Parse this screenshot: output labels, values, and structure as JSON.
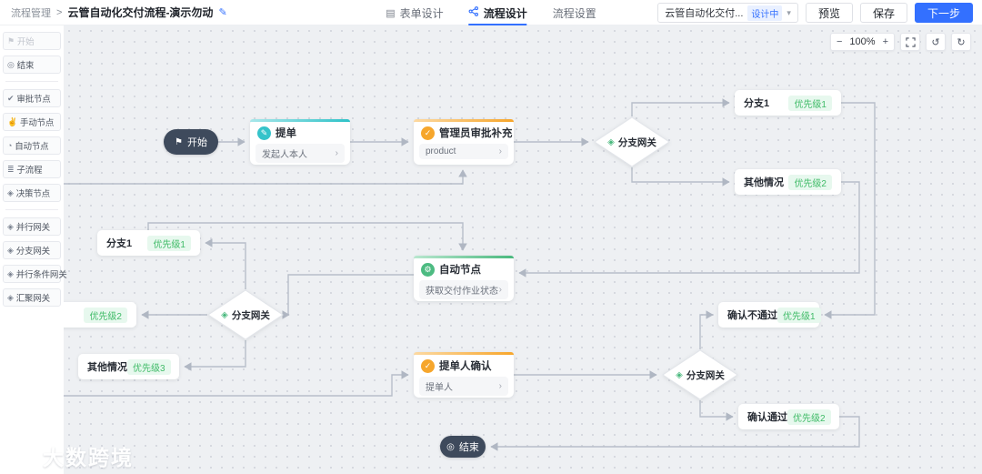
{
  "icons": {
    "flag": "⚑",
    "target": "◎",
    "approve": "✔",
    "hand": "✌",
    "clock": "◔",
    "subflow": "≣",
    "diamond": "◈",
    "pencil": "✎",
    "gear": "⚙",
    "check": "✓",
    "chevron": "›",
    "caret": "▾",
    "minus": "−",
    "plus": "+",
    "undo": "↺",
    "redo": "↻",
    "doc": "▤",
    "crumb_sep": ">"
  },
  "topbar": {
    "breadcrumb": {
      "section": "流程管理",
      "title": "云管自动化交付流程-演示勿动"
    },
    "tabs": [
      {
        "label": "表单设计"
      },
      {
        "label": "流程设计"
      },
      {
        "label": "流程设置"
      }
    ],
    "version": {
      "label": "云管自动化交付...",
      "badge": "设计中"
    },
    "actions": {
      "preview": "预览",
      "save": "保存",
      "next": "下一步"
    }
  },
  "sidebar": {
    "items": [
      {
        "label": "开始"
      },
      {
        "label": "结束"
      },
      {
        "label": "审批节点"
      },
      {
        "label": "手动节点"
      },
      {
        "label": "自动节点"
      },
      {
        "label": "子流程"
      },
      {
        "label": "决策节点"
      },
      {
        "label": "并行网关"
      },
      {
        "label": "分支网关"
      },
      {
        "label": "并行条件网关"
      },
      {
        "label": "汇聚网关"
      }
    ]
  },
  "canvas": {
    "toolbar": {
      "zoom_level": "100%"
    },
    "nodes": {
      "start": {
        "label": "开始"
      },
      "submit": {
        "title": "提单",
        "subtitle": "发起人本人"
      },
      "admin_approval": {
        "title": "管理员审批补充",
        "subtitle": "product"
      },
      "gateway_a": {
        "label": "分支网关"
      },
      "branch1_top": {
        "title": "分支1",
        "badge": "优先级1"
      },
      "other_right": {
        "title": "其他情况",
        "badge": "优先级2"
      },
      "auto": {
        "title": "自动节点",
        "subtitle": "获取交付作业状态"
      },
      "branch1_left": {
        "title": "分支1",
        "badge": "优先级1"
      },
      "cut_left": {
        "badge": "优先级2"
      },
      "gateway_left": {
        "label": "分支网关"
      },
      "other_bottom": {
        "title": "其他情况",
        "badge": "优先级3"
      },
      "submitter_confirm": {
        "title": "提单人确认",
        "subtitle": "提单人"
      },
      "gateway_b": {
        "label": "分支网关"
      },
      "confirm_reject": {
        "title": "确认不通过",
        "badge": "优先级1"
      },
      "confirm_pass": {
        "title": "确认通过",
        "badge": "优先级2"
      },
      "end": {
        "label": "结束"
      }
    },
    "watermark": "大数跨境"
  },
  "colors": {
    "primary": "#3370ff",
    "teal": "#2fc2c8",
    "orange": "#f7a62b",
    "green": "#4ab97e",
    "badge_text": "#3fbb67",
    "edge": "#b7bec9"
  }
}
